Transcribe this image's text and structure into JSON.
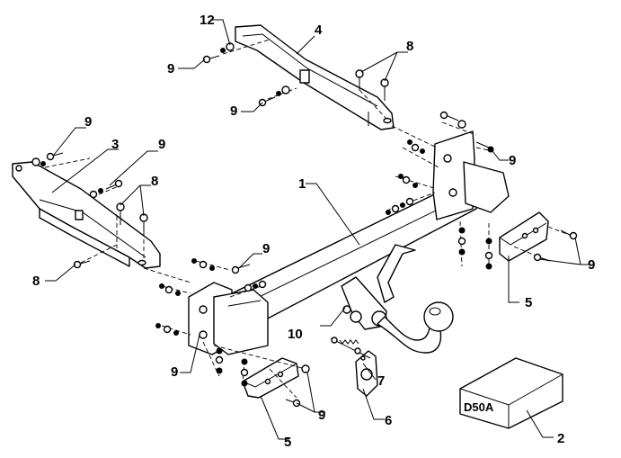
{
  "callouts": {
    "c1": "1",
    "c2": "2",
    "c3": "3",
    "c4": "4",
    "c5a": "5",
    "c5b": "5",
    "c6": "6",
    "c7": "7",
    "c8a": "8",
    "c8b": "8",
    "c8c": "8",
    "c9a": "9",
    "c9b": "9",
    "c9c": "9",
    "c9d": "9",
    "c9e": "9",
    "c9f": "9",
    "c9g": "9",
    "c9h": "9",
    "c9i": "9",
    "c9j": "9",
    "c10": "10",
    "c12": "12"
  },
  "box_label": "D50A"
}
